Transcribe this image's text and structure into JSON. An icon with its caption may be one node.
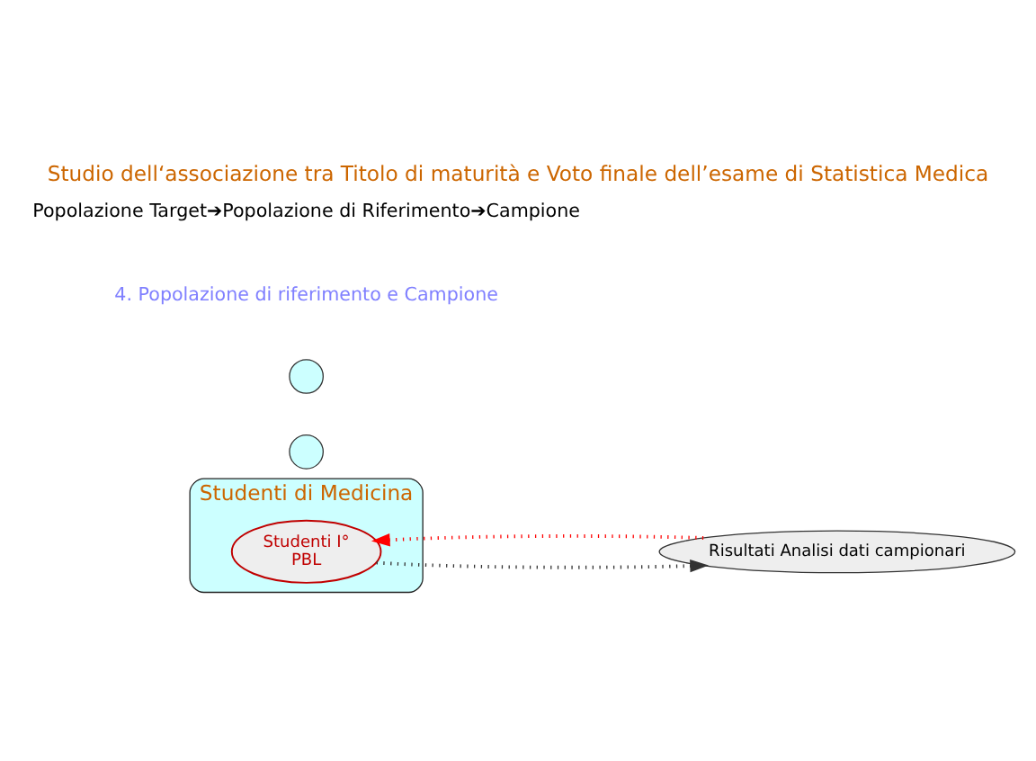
{
  "diagram": {
    "title": "Studio dell‘associazione tra Titolo di maturità e Voto finale dell’esame di Statistica Medica",
    "nodes": [
      {
        "text": [
          "Studenti di Medicina"
        ]
      },
      {
        "text": [
          "Studenti I°",
          "PBL"
        ],
        "in": 0
      },
      {
        "text": [
          "Risultati Analisi dati campionari"
        ]
      },
      {
        "text": [],
        "shape": "circle"
      },
      {
        "text": [],
        "shape": "circle"
      }
    ],
    "edges": [
      {
        "from": 1,
        "to": 2,
        "arrow": "to",
        "style": "dashed"
      },
      {
        "from": 2,
        "to": 1,
        "arrow": "to",
        "style": "dashed",
        "color": "#ff0000"
      }
    ],
    "labels": [
      "4. Popolazione di riferimento e Campione",
      "Popolazione Target➔Popolazione di Riferimento➔Campione"
    ]
  }
}
